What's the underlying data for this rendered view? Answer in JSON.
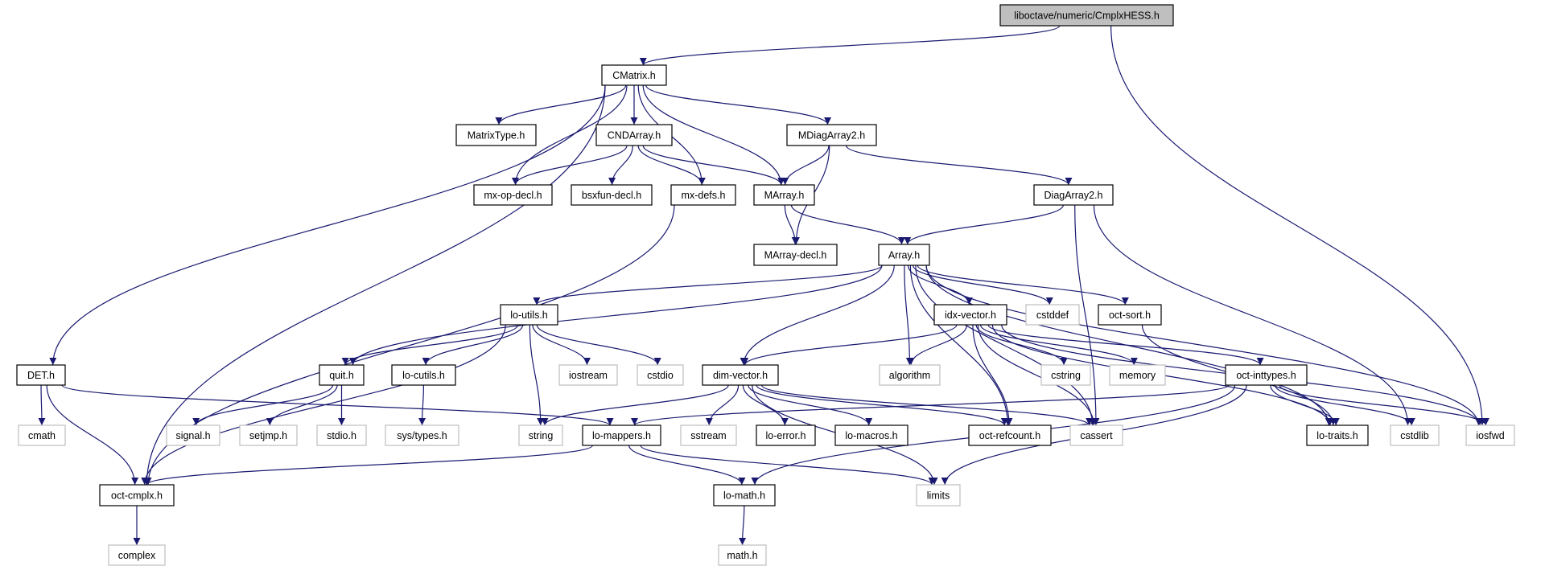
{
  "colors": {
    "edge": "#191970",
    "root_fill": "#bfbfbf",
    "external_border": "#bfbfbf",
    "node_border": "#000000"
  },
  "nodes": [
    {
      "id": "root",
      "label": "liboctave/numeric/CmplxHESS.h",
      "kind": "root"
    },
    {
      "id": "CMatrix",
      "label": "CMatrix.h",
      "kind": "file"
    },
    {
      "id": "MatrixType",
      "label": "MatrixType.h",
      "kind": "file"
    },
    {
      "id": "CNDArray",
      "label": "CNDArray.h",
      "kind": "file"
    },
    {
      "id": "MDiagArray2",
      "label": "MDiagArray2.h",
      "kind": "file"
    },
    {
      "id": "mx-op-decl",
      "label": "mx-op-decl.h",
      "kind": "file"
    },
    {
      "id": "bsxfun-decl",
      "label": "bsxfun-decl.h",
      "kind": "file"
    },
    {
      "id": "mx-defs",
      "label": "mx-defs.h",
      "kind": "file"
    },
    {
      "id": "MArray",
      "label": "MArray.h",
      "kind": "file"
    },
    {
      "id": "DiagArray2",
      "label": "DiagArray2.h",
      "kind": "file"
    },
    {
      "id": "MArray-decl",
      "label": "MArray-decl.h",
      "kind": "file"
    },
    {
      "id": "Array",
      "label": "Array.h",
      "kind": "file"
    },
    {
      "id": "lo-utils",
      "label": "lo-utils.h",
      "kind": "file"
    },
    {
      "id": "idx-vector",
      "label": "idx-vector.h",
      "kind": "file"
    },
    {
      "id": "cstddef",
      "label": "cstddef",
      "kind": "external"
    },
    {
      "id": "oct-sort",
      "label": "oct-sort.h",
      "kind": "file"
    },
    {
      "id": "DET",
      "label": "DET.h",
      "kind": "file"
    },
    {
      "id": "quit",
      "label": "quit.h",
      "kind": "file"
    },
    {
      "id": "lo-cutils",
      "label": "lo-cutils.h",
      "kind": "file"
    },
    {
      "id": "iostream",
      "label": "iostream",
      "kind": "external"
    },
    {
      "id": "cstdio",
      "label": "cstdio",
      "kind": "external"
    },
    {
      "id": "dim-vector",
      "label": "dim-vector.h",
      "kind": "file"
    },
    {
      "id": "algorithm",
      "label": "algorithm",
      "kind": "external"
    },
    {
      "id": "cstring",
      "label": "cstring",
      "kind": "external"
    },
    {
      "id": "memory",
      "label": "memory",
      "kind": "external"
    },
    {
      "id": "oct-inttypes",
      "label": "oct-inttypes.h",
      "kind": "file"
    },
    {
      "id": "cmath",
      "label": "cmath",
      "kind": "external"
    },
    {
      "id": "signal",
      "label": "signal.h",
      "kind": "external"
    },
    {
      "id": "setjmp",
      "label": "setjmp.h",
      "kind": "external"
    },
    {
      "id": "stdio",
      "label": "stdio.h",
      "kind": "external"
    },
    {
      "id": "sys-types",
      "label": "sys/types.h",
      "kind": "external"
    },
    {
      "id": "string",
      "label": "string",
      "kind": "external"
    },
    {
      "id": "lo-mappers",
      "label": "lo-mappers.h",
      "kind": "file"
    },
    {
      "id": "sstream",
      "label": "sstream",
      "kind": "external"
    },
    {
      "id": "lo-error",
      "label": "lo-error.h",
      "kind": "file"
    },
    {
      "id": "lo-macros",
      "label": "lo-macros.h",
      "kind": "file"
    },
    {
      "id": "oct-refcount",
      "label": "oct-refcount.h",
      "kind": "file"
    },
    {
      "id": "cassert",
      "label": "cassert",
      "kind": "external"
    },
    {
      "id": "lo-traits",
      "label": "lo-traits.h",
      "kind": "file"
    },
    {
      "id": "cstdlib",
      "label": "cstdlib",
      "kind": "external"
    },
    {
      "id": "iosfwd",
      "label": "iosfwd",
      "kind": "external"
    },
    {
      "id": "oct-cmplx",
      "label": "oct-cmplx.h",
      "kind": "file"
    },
    {
      "id": "lo-math",
      "label": "lo-math.h",
      "kind": "file"
    },
    {
      "id": "limits",
      "label": "limits",
      "kind": "external"
    },
    {
      "id": "complex",
      "label": "complex",
      "kind": "external"
    },
    {
      "id": "math",
      "label": "math.h",
      "kind": "external"
    }
  ],
  "edges": [
    [
      "root",
      "CMatrix"
    ],
    [
      "root",
      "iosfwd"
    ],
    [
      "CMatrix",
      "MatrixType"
    ],
    [
      "CMatrix",
      "mx-op-decl"
    ],
    [
      "CMatrix",
      "CNDArray"
    ],
    [
      "CMatrix",
      "mx-defs"
    ],
    [
      "CMatrix",
      "MArray"
    ],
    [
      "CMatrix",
      "MDiagArray2"
    ],
    [
      "CMatrix",
      "DET"
    ],
    [
      "CMatrix",
      "oct-cmplx"
    ],
    [
      "CNDArray",
      "mx-op-decl"
    ],
    [
      "CNDArray",
      "bsxfun-decl"
    ],
    [
      "CNDArray",
      "mx-defs"
    ],
    [
      "CNDArray",
      "MArray"
    ],
    [
      "MDiagArray2",
      "MArray"
    ],
    [
      "MDiagArray2",
      "MArray-decl"
    ],
    [
      "MDiagArray2",
      "DiagArray2"
    ],
    [
      "mx-defs",
      "oct-cmplx"
    ],
    [
      "MArray",
      "MArray-decl"
    ],
    [
      "MArray",
      "Array"
    ],
    [
      "DiagArray2",
      "Array"
    ],
    [
      "DiagArray2",
      "cassert"
    ],
    [
      "DiagArray2",
      "cstdlib"
    ],
    [
      "Array",
      "lo-utils"
    ],
    [
      "Array",
      "quit"
    ],
    [
      "Array",
      "dim-vector"
    ],
    [
      "Array",
      "oct-refcount"
    ],
    [
      "Array",
      "cassert"
    ],
    [
      "Array",
      "algorithm"
    ],
    [
      "Array",
      "idx-vector"
    ],
    [
      "Array",
      "cstddef"
    ],
    [
      "Array",
      "oct-sort"
    ],
    [
      "Array",
      "lo-traits"
    ],
    [
      "Array",
      "iosfwd"
    ],
    [
      "lo-utils",
      "quit"
    ],
    [
      "lo-utils",
      "lo-cutils"
    ],
    [
      "lo-utils",
      "oct-cmplx"
    ],
    [
      "lo-utils",
      "string"
    ],
    [
      "lo-utils",
      "iostream"
    ],
    [
      "lo-utils",
      "cstdio"
    ],
    [
      "quit",
      "signal"
    ],
    [
      "quit",
      "setjmp"
    ],
    [
      "quit",
      "stdio"
    ],
    [
      "lo-cutils",
      "sys-types"
    ],
    [
      "DET",
      "cmath"
    ],
    [
      "DET",
      "oct-cmplx"
    ],
    [
      "DET",
      "lo-mappers"
    ],
    [
      "dim-vector",
      "string"
    ],
    [
      "dim-vector",
      "sstream"
    ],
    [
      "dim-vector",
      "lo-error"
    ],
    [
      "dim-vector",
      "lo-macros"
    ],
    [
      "dim-vector",
      "oct-refcount"
    ],
    [
      "dim-vector",
      "cassert"
    ],
    [
      "dim-vector",
      "limits"
    ],
    [
      "idx-vector",
      "dim-vector"
    ],
    [
      "idx-vector",
      "algorithm"
    ],
    [
      "idx-vector",
      "oct-refcount"
    ],
    [
      "idx-vector",
      "cassert"
    ],
    [
      "idx-vector",
      "cstring"
    ],
    [
      "idx-vector",
      "memory"
    ],
    [
      "idx-vector",
      "oct-inttypes"
    ],
    [
      "idx-vector",
      "lo-traits"
    ],
    [
      "idx-vector",
      "iosfwd"
    ],
    [
      "oct-sort",
      "lo-traits"
    ],
    [
      "oct-inttypes",
      "lo-mappers"
    ],
    [
      "oct-inttypes",
      "lo-math"
    ],
    [
      "oct-inttypes",
      "limits"
    ],
    [
      "oct-inttypes",
      "lo-traits"
    ],
    [
      "oct-inttypes",
      "cstdlib"
    ],
    [
      "oct-inttypes",
      "iosfwd"
    ],
    [
      "lo-mappers",
      "oct-cmplx"
    ],
    [
      "lo-mappers",
      "lo-math"
    ],
    [
      "lo-mappers",
      "limits"
    ],
    [
      "lo-math",
      "math"
    ],
    [
      "oct-cmplx",
      "complex"
    ]
  ]
}
